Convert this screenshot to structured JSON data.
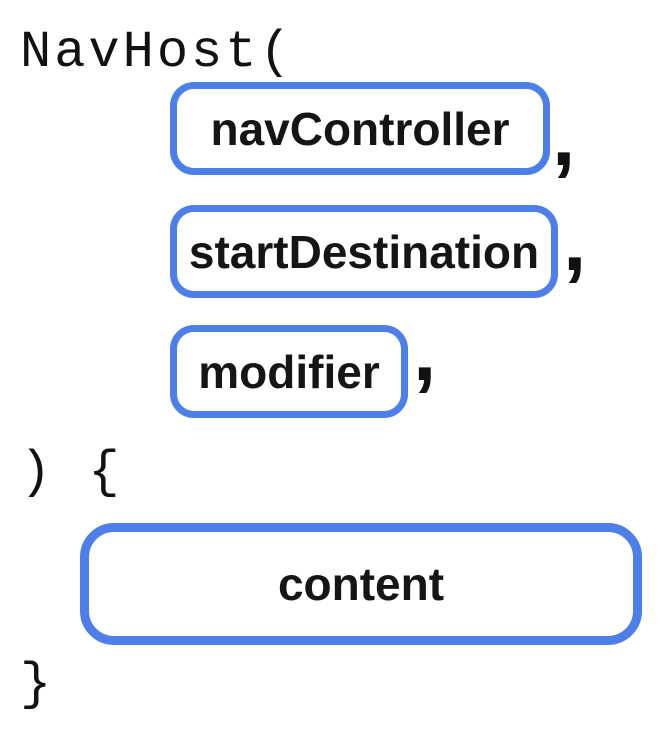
{
  "diagram": {
    "title_semantics": "NavHost composable signature anatomy",
    "accent_color": "#4d7fe8",
    "code": {
      "function_open": "NavHost(",
      "params_close_and_body_open": ") {",
      "body_close": "}"
    },
    "comma": ",",
    "parameters": [
      {
        "label": "navController"
      },
      {
        "label": "startDestination"
      },
      {
        "label": "modifier"
      }
    ],
    "content": {
      "label": "content"
    }
  }
}
